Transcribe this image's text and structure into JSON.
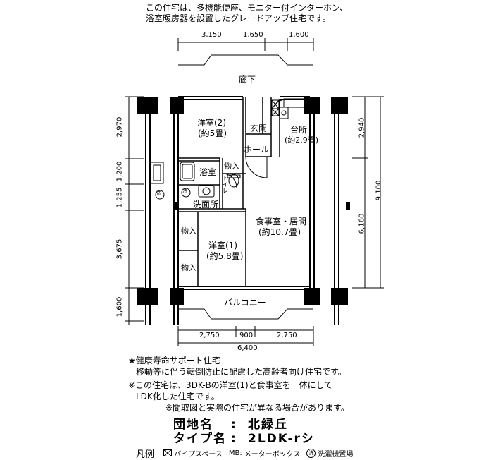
{
  "header": {
    "line1": "この住宅は、多機能便座、モニター付インターホン、",
    "line2": "浴室暖房器を設置したグレードアップ住宅です。"
  },
  "dimensions": {
    "top": [
      "3,150",
      "1,650",
      "1,600"
    ],
    "bottom": [
      "2,750",
      "900",
      "2,750"
    ],
    "bottom_total": "6,400",
    "left": [
      "2,970",
      "1,200",
      "1,255",
      "3,675",
      "1,600"
    ],
    "right": [
      "2,940",
      "6,160"
    ],
    "right_total": "9,100"
  },
  "labels": {
    "corridor": "廊下",
    "balcony": "バルコニー",
    "western2_name": "洋室(2)",
    "western2_size": "(約5畳)",
    "entrance": "玄関",
    "hall": "ホール",
    "kitchen_name": "台所",
    "kitchen_size": "(約2.9畳)",
    "bath": "浴室",
    "storage_top": "物入",
    "toilet": "トイレ",
    "washroom": "洗面所",
    "dining_name": "食事室・居間",
    "dining_size": "(約10.7畳)",
    "western1_name": "洋室(1)",
    "western1_size": "(約5.8畳)",
    "storage_a": "物入",
    "storage_b": "物入",
    "washer_mark": "洗"
  },
  "notes": {
    "n1": "★健康寿命サポート住宅",
    "n2": "移動等に伴う転倒防止に配慮した高齢者向け住宅です。",
    "n3": "※この住宅は、3DK-Bの洋室(1)と食事室を一体にして",
    "n4": "LDK化した住宅です。",
    "n5": "※間取図と実際の住宅が異なる場合があります。"
  },
  "info": {
    "estate_label": "団地名",
    "estate_value": "北緑丘",
    "type_label": "タイプ名",
    "type_value": "2LDK-rシ",
    "colon": ":"
  },
  "legend": {
    "title": "凡例",
    "pipe_space": "パイプスペース",
    "meter_box_code": "MB:",
    "meter_box": "メーターボックス",
    "washer_mark": "洗",
    "washer_place": "洗濯機置場"
  }
}
